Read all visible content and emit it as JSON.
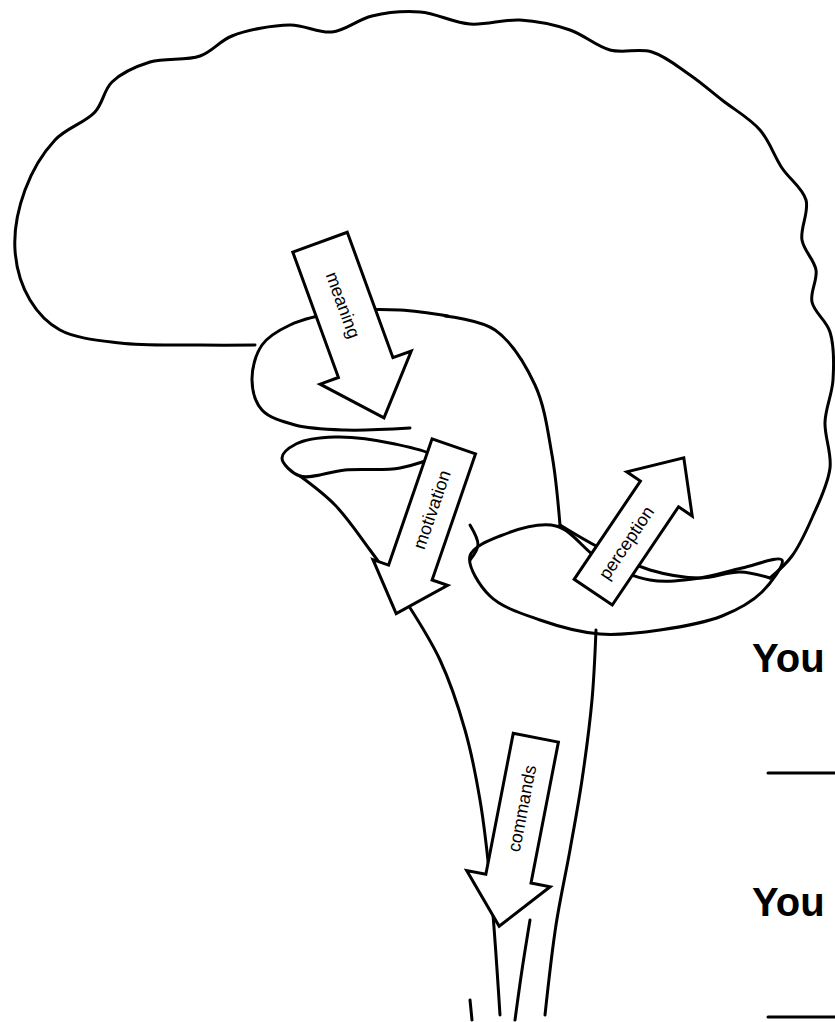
{
  "diagram": {
    "nodes": [
      {
        "text": [
          "meaning"
        ]
      },
      {
        "text": [
          "motivation"
        ]
      },
      {
        "text": [
          "perception"
        ]
      },
      {
        "text": [
          "commands"
        ]
      }
    ],
    "labels": [
      "You",
      "You"
    ]
  }
}
